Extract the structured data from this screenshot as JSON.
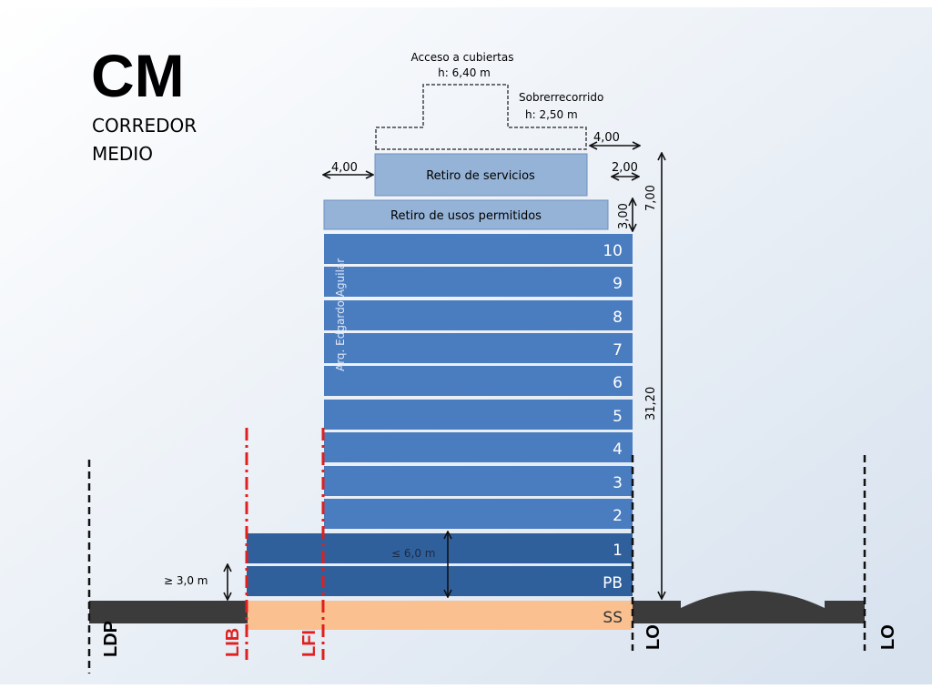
{
  "title": {
    "code": "CM",
    "line1": "CORREDOR",
    "line2": "MEDIO"
  },
  "top_labels": {
    "acceso": "Acceso a cubiertas",
    "acceso_h": "h: 6,40 m",
    "sobre": "Sobrerrecorrido",
    "sobre_h": "h: 2,50 m"
  },
  "blocks": {
    "servicios": "Retiro de servicios",
    "usos": "Retiro de usos permitidos"
  },
  "floors": [
    "10",
    "9",
    "8",
    "7",
    "6",
    "5",
    "4",
    "3",
    "2",
    "1",
    "PB",
    "SS"
  ],
  "dimensions": {
    "left_4": "4,00",
    "right_4": "4,00",
    "right_2": "2,00",
    "d3": "3,00",
    "d7": "7,00",
    "d31": "31,20",
    "max6": "≤ 6,0 m",
    "min3": "≥ 3,0 m"
  },
  "watermark": "Arq. Edgardo Aguilar",
  "lines": {
    "ldp": "LDP",
    "lib": "LIB",
    "lfi": "LFI",
    "lo1": "LO",
    "lo2": "LO"
  },
  "colors": {
    "upper": "#4a7cc0",
    "lower": "#30609c",
    "retiro": "#95b3d7",
    "ss": "#fac090",
    "ground": "#3b3b3b",
    "red": "#e0201e"
  }
}
